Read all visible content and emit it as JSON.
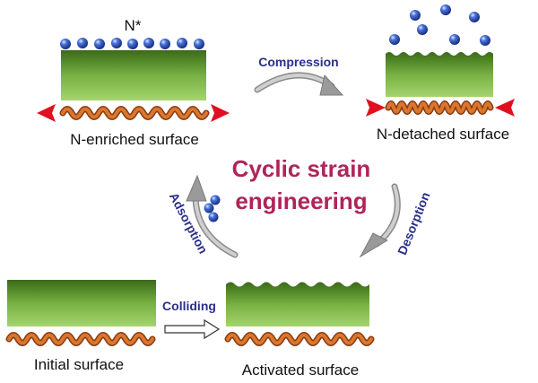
{
  "labels": {
    "n_star": "N*",
    "n_enriched": "N-enriched surface",
    "n_detached": "N-detached surface",
    "initial": "Initial surface",
    "activated": "Activated surface"
  },
  "title": {
    "line1": "Cyclic strain",
    "line2": "engineering"
  },
  "processes": {
    "compression": "Compression",
    "desorption": "Desorption",
    "adsorption": "Adsorption",
    "colliding": "Colliding"
  },
  "colors": {
    "green_top": "#3f6e1e",
    "green_light": "#9fd06a",
    "spring": "#c2611f",
    "arrow_red": "#e01020",
    "curved_arrow": "#9a9a9a",
    "atom_blue": "#2b4fb8",
    "title": "#b0245a",
    "process_text": "#2a3188"
  }
}
